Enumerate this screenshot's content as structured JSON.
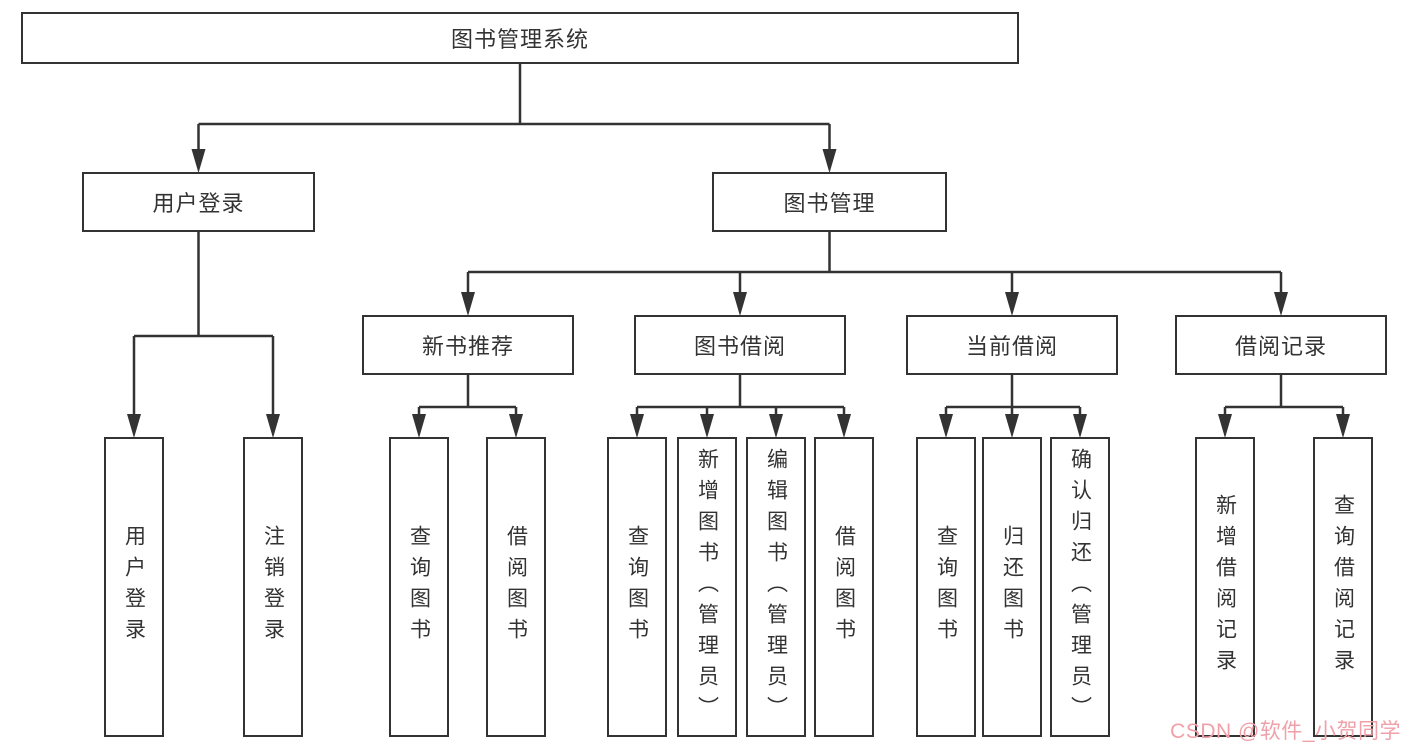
{
  "colors": {
    "background": "#ffffff",
    "line": "#333333",
    "box_border": "#333333",
    "text": "#333333",
    "watermark": "#f0a0a8"
  },
  "watermark": {
    "text": "CSDN @软件_小贺同学"
  },
  "tree": {
    "label": "图书管理系统",
    "children": [
      {
        "label": "用户登录",
        "children": [
          {
            "label": "用户登录"
          },
          {
            "label": "注销登录"
          }
        ]
      },
      {
        "label": "图书管理",
        "children": [
          {
            "label": "新书推荐",
            "children": [
              {
                "label": "查询图书"
              },
              {
                "label": "借阅图书"
              }
            ]
          },
          {
            "label": "图书借阅",
            "children": [
              {
                "label": "查询图书"
              },
              {
                "label": "新增图书（管理员）"
              },
              {
                "label": "编辑图书（管理员）"
              },
              {
                "label": "借阅图书"
              }
            ]
          },
          {
            "label": "当前借阅",
            "children": [
              {
                "label": "查询图书"
              },
              {
                "label": "归还图书"
              },
              {
                "label": "确认归还（管理员）"
              }
            ]
          },
          {
            "label": "借阅记录",
            "children": [
              {
                "label": "新增借阅记录"
              },
              {
                "label": "查询借阅记录"
              }
            ]
          }
        ]
      }
    ]
  }
}
